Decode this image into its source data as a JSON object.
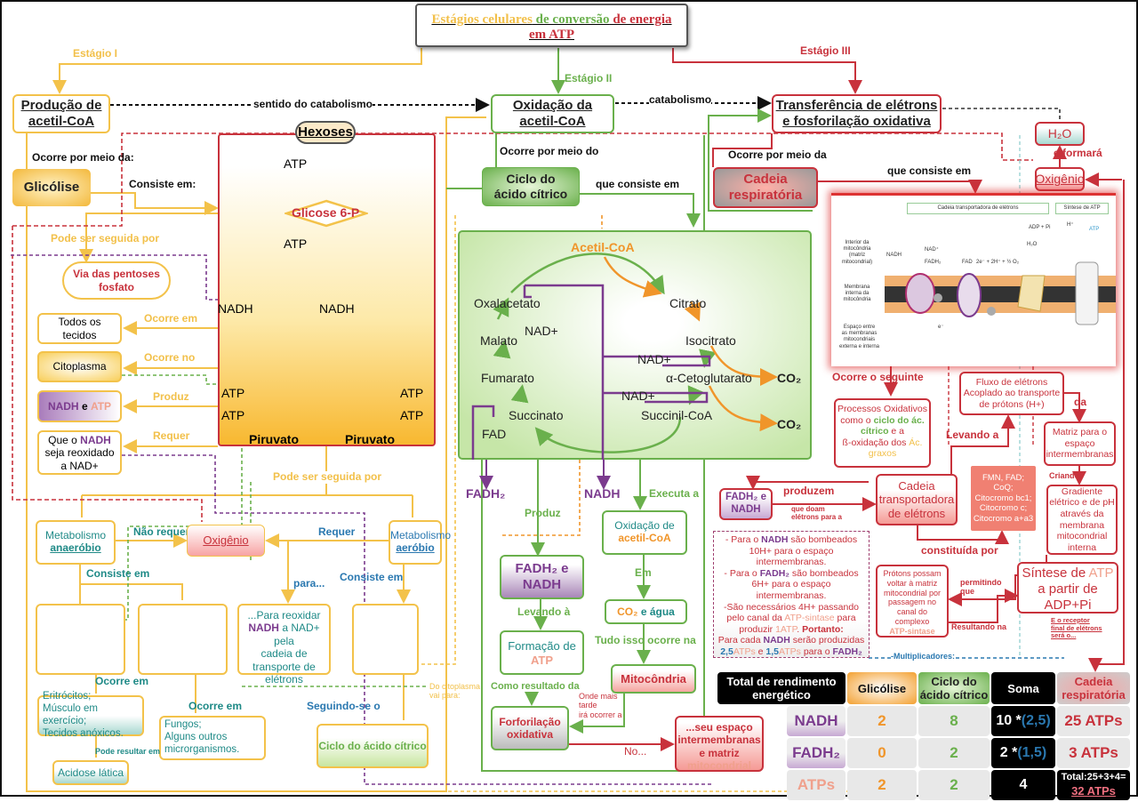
{
  "title": {
    "part1": "Estágios celulares",
    "part2": " de conversão",
    "part3": " de energia",
    "part4": "em ATP"
  },
  "stages": {
    "i": "Estágio I",
    "ii": "Estágio II",
    "iii": "Estágio III"
  },
  "stage_boxes": {
    "producao": "Produção de\nacetil-CoA",
    "oxidacao": "Oxidação da\nacetil-CoA",
    "transferencia": "Transferência de elétrons\ne fosforilação oxidativa"
  },
  "edges": {
    "sentido_catabolismo": "sentido do catabolismo",
    "catabolismo": "catabolismo",
    "ocorre_meio_da_1": "Ocorre por meio da:",
    "consiste_em_1": "Consiste em:",
    "pode_seguida_1": "Pode ser seguida por",
    "ocorre_em_1": "Ocorre em",
    "ocorre_no": "Ocorre no",
    "produz_1": "Produz",
    "requer_1": "Requer",
    "pode_seguida_2": "Pode ser seguida por",
    "nao_requer": "Não requer",
    "requer_2": "Requer",
    "consiste_em_2": "Consiste em",
    "consiste_em_3": "Consiste em",
    "para": "para...",
    "ocorre_em_2": "Ocorre em",
    "ocorre_em_3": "Ocorre em",
    "pode_resultar": "Pode resultar em",
    "seguindo_se": "Seguindo-se o",
    "do_citoplasma": "Do citoplasma\nvai para:",
    "ocorre_meio_do": "Ocorre por meio do",
    "que_consiste_1": "que consiste em",
    "produz_2": "Produz",
    "executa_a": "Executa a",
    "em": "Em",
    "levando_a_1": "Levando à",
    "tudo_isso": "Tudo isso ocorre na",
    "como_resultado": "Como resultado da",
    "onde_mais_tarde": "Onde mais\ntarde\nirá ocorrer a",
    "no": "No...",
    "ocorre_meio_da_2": "Ocorre por meio da",
    "que_consiste_2": "que consiste em",
    "e_formara": "e formará",
    "ocorre_seguinte": "Ocorre o seguinte",
    "levando_a_2": "Levando a",
    "da": "da",
    "criando": "Criando",
    "produzem": "produzem",
    "que_doam": "que doam\nelétrons para a",
    "constituida_por": "constituída por",
    "permitindo_que": "permitindo\nque",
    "resultando_na": "Resultando na",
    "receptor": "E o receptor\nfinal de elétrons\nserá o...",
    "multiplicadores": "-Multiplicadores:"
  },
  "glycolysis": {
    "glicolise": "Glicólise",
    "hexoses": "Hexoses",
    "atp": "ATP",
    "glicose6p": "Glicose 6-P",
    "nadh": "NADH",
    "piruvato": "Piruvato",
    "pentoses": "Via das pentoses\nfosfato",
    "todos_tecidos": "Todos os\ntecidos",
    "citoplasma": "Citoplasma",
    "nadh_atp": {
      "nadh": "NADH",
      "e": " e ",
      "atp": "ATP"
    },
    "que_nadh": {
      "a": "Que o ",
      "nadh": "NADH",
      "b": "\nseja reoxidado\na NAD+"
    }
  },
  "metabolism": {
    "anaerobio": {
      "a": "Metabolismo",
      "b": "anaeróbio"
    },
    "aerobio": {
      "a": "Metabolismo",
      "b": "aeróbio"
    },
    "oxigenio": "Oxigênio",
    "reoxidar": {
      "a": "...Para reoxidar\n",
      "nadh": "NADH",
      "b": " a NAD+ pela\ncadeia de\ntransporte de\nelétrons"
    },
    "eritrocitos": "Eritrócitos;\nMúsculo em exercício;\nTecidos anóxicos.",
    "fungos": "Fungos;\nAlguns outros\nmicrorganismos.",
    "acidose": "Acidose lática",
    "ciclo_acido": "Ciclo do ácido cítrico"
  },
  "krebs": {
    "header": "Ciclo do\nácido cítrico",
    "acetil_coa": "Acetil-CoA",
    "citrato": "Citrato",
    "isocitrato": "Isocitrato",
    "cetoglutarato": "α-Cetoglutarato",
    "succinil": "Succinil-CoA",
    "succinato": "Succinato",
    "fumarato": "Fumarato",
    "malato": "Malato",
    "oxalacetato": "Oxalacetato",
    "nad_plus": "NAD+",
    "fad": "FAD",
    "co2": "CO₂",
    "fadh2": "FADH₂",
    "nadh": "NADH",
    "oxidacao_acetil": {
      "a": "Oxidação de",
      "b": "acetil-CoA"
    },
    "fadh2_nadh": "FADH₂ e\nNADH",
    "co2_agua": {
      "a": "CO₂",
      "b": " e água"
    },
    "formacao_atp": {
      "a": "Formação de",
      "b": "ATP"
    },
    "mitocondria": "Mitocôndria",
    "forforilacao": "Forforilação\noxidativa",
    "espaco": {
      "a": "...seu espaço\nintermembranas\ne matriz",
      "b": "mitocondrial"
    }
  },
  "respiratory": {
    "cadeia": "Cadeia\nrespiratória",
    "h2o": "H₂O",
    "oxigenio": "Oxigênio",
    "figure": {
      "title_left": "Cadeia transportadora de elétrons",
      "title_right": "Síntese de ATP",
      "side1": "Interior da\nmitocôndria\n(matriz\nmitocondrial)",
      "side2": "Membrana\ninterna da\nmitocôndria",
      "side3": "Espaço entre\nas membranas\nmitocondriais\nexterna e interna",
      "nadh": "NADH",
      "nad": "NAD⁺",
      "fadh2": "FADH₂",
      "fad": "FAD",
      "eq": "2e⁻ + 2H⁺ + ½ O₂",
      "h2o": "H₂O",
      "adp": "ADP + Pi",
      "atp": "ATP",
      "h": "H⁺",
      "e": "e⁻"
    },
    "processos": {
      "a": "Processos Oxidativos\ncomo o ",
      "b": "ciclo do ác.\ncítrico",
      "c": " e a\nß-oxidação dos ",
      "d": "Ác.\ngraxos"
    },
    "fluxo": "Fluxo de elétrons\nAcoplado ao transporte\nde  prótons (H+)",
    "matriz": "Matriz para o\nespaço\nintermembranas",
    "gradiente": "Gradiente\nelétrico e de pH\natravés da\nmembrana\nmitocondrial\ninterna",
    "cadeia_transp": "Cadeia\ntransportadora\nde elétrons",
    "componentes": "FMN, FAD;\nCoQ;\nCitocromo bc1;\nCitocromo c;\nCitocromo a+a3",
    "fadh2_nadh": "FADH₂ e\nNADH",
    "protons": {
      "a": "Prótons possam\nvoltar à matriz\nmitocondrial por\npassagem no\ncanal do\ncomplexo\n",
      "b": "ATP-sintase"
    },
    "sintese": {
      "a": "Síntese de ",
      "b": "ATP",
      "c": "\na partir de\nADP+Pi"
    },
    "notes": {
      "l1a": "- Para o ",
      "l1b": "NADH",
      "l1c": " são bombeados\n10H+ para o espaço\nintermembranas.\n",
      "l2a": "- Para o ",
      "l2b": "FADH₂",
      "l2c": " são bombeados\n6H+ para o espaço\nintermembranas.\n",
      "l3a": "-São necessários 4H+ passando\npelo canal da ",
      "l3b": "ATP-sintase",
      "l3c": " para\nproduzir ",
      "l3d": "1ATP",
      "l3e": ". ",
      "l3f": "Portanto:",
      "l4a": "\nPara cada ",
      "l4b": "NADH",
      "l4c": " serão produzidas\n",
      "l5a": "2,5",
      "l5b": "ATPs",
      "l5c": " e ",
      "l5d": "1,5",
      "l5e": "ATPs",
      "l5f": " para o ",
      "l5g": "FADH₂"
    }
  },
  "table": {
    "headers": [
      "Total de rendimento\nenergético",
      "Glicólise",
      "Ciclo do\nácido cítrico",
      "Soma",
      "Cadeia\nrespiratória"
    ],
    "rows": [
      {
        "label": "NADH",
        "glicolise": "2",
        "ciclo": "8",
        "soma_a": "10 *",
        "soma_b": "(2,5)",
        "cadeia": "25 ATPs"
      },
      {
        "label": "FADH₂",
        "glicolise": "0",
        "ciclo": "2",
        "soma_a": "2 *",
        "soma_b": "(1,5)",
        "cadeia": "3 ATPs"
      },
      {
        "label": "ATPs",
        "glicolise": "2",
        "ciclo": "2",
        "soma_a": "4",
        "soma_b": "",
        "cadeia_a": "Total:25+3+4=",
        "cadeia_b": "32 ATPs"
      }
    ]
  },
  "colors": {
    "stage1": "#f3c24a",
    "stage2": "#6ab04c",
    "stage3": "#c8323c",
    "nadh": "#7b3b8e",
    "teal": "#1f8a87",
    "blue": "#2a78b0"
  }
}
